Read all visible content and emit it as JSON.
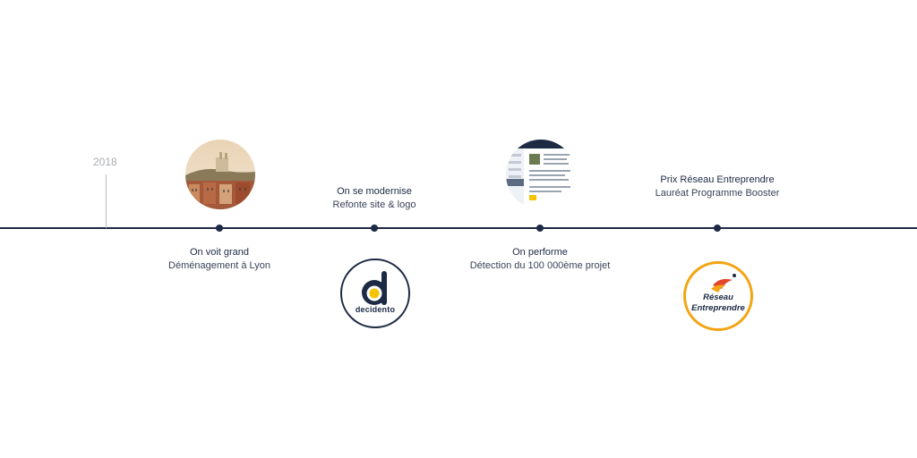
{
  "timeline": {
    "year": "2018",
    "events": [
      {
        "title": "On voit grand",
        "subtitle": "Déménagement à Lyon"
      },
      {
        "title": "On se modernise",
        "subtitle": "Refonte site & logo"
      },
      {
        "title": "On performe",
        "subtitle": "Détection du 100 000ème projet"
      },
      {
        "title": "Prix Réseau Entreprendre",
        "subtitle": "Lauréat Programme Booster"
      }
    ]
  },
  "logos": {
    "decidento": "decidento",
    "reseau_line1": "Réseau",
    "reseau_line2": "Entreprendre"
  },
  "colors": {
    "line": "#1c2a44",
    "accent_yellow": "#f5c400",
    "reseau_orange": "#f2a413",
    "reseau_red": "#e2452b"
  }
}
